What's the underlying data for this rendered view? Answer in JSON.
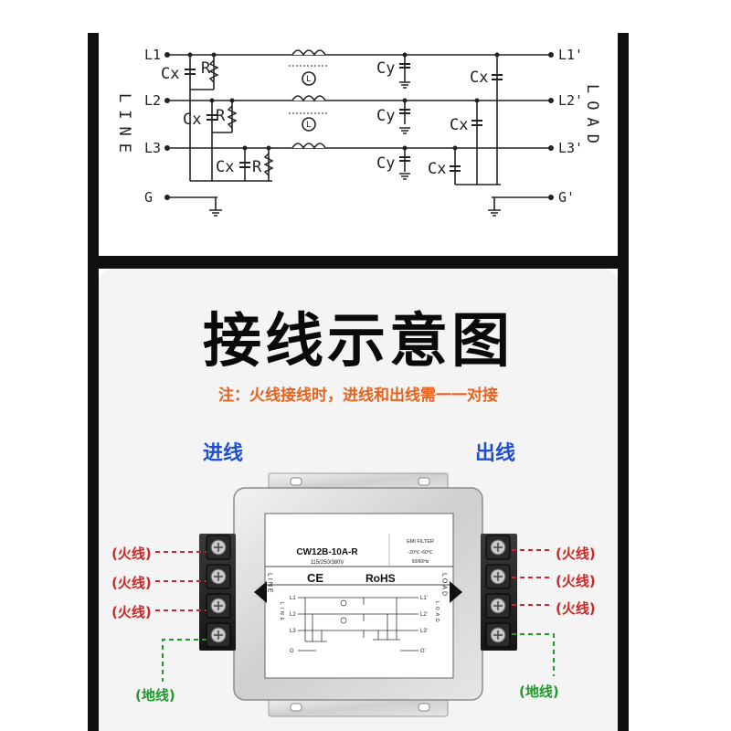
{
  "schematic": {
    "line_label": "LINE",
    "load_label": "LOAD",
    "left_terminals": [
      "L1",
      "L2",
      "L3",
      "G"
    ],
    "right_terminals": [
      "L1'",
      "L2'",
      "L3'",
      "G'"
    ],
    "components": {
      "cx": "Cx",
      "r": "R",
      "cy": "Cy"
    }
  },
  "title": "接线示意图",
  "note": "注：火线接线时，进线和出线需一一对接",
  "input_label": "进线",
  "output_label": "出线",
  "live_label": "(火线)",
  "ground_label": "(地线)",
  "device": {
    "model": "CW12B-10A-R",
    "voltage": "115/250/380V",
    "type": "EMI FILTER",
    "temp": "-20℃~60℃",
    "freq": "50/60Hz",
    "ce": "CE",
    "rohs": "RoHS",
    "line": "LINE",
    "load": "LOAD",
    "left_terminals": [
      "L1",
      "L2",
      "L3",
      "G"
    ],
    "right_terminals": [
      "L1'",
      "L2'",
      "L3'",
      "G'"
    ]
  }
}
